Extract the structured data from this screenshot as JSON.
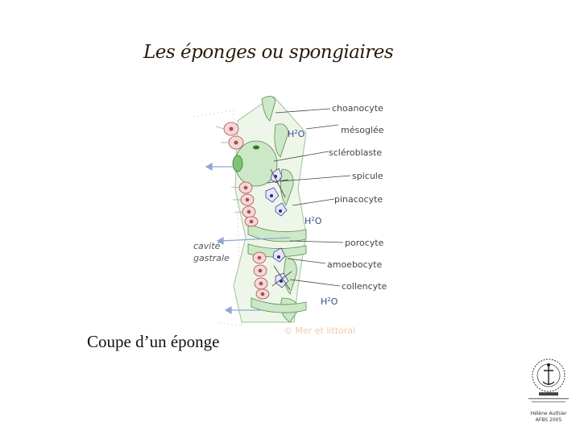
{
  "slide": {
    "title": "Les éponges ou spongiaires",
    "caption": "Coupe d’un éponge"
  },
  "diagram": {
    "labels": {
      "choanocyte": "choanocyte",
      "mesoglee": "mésoglée",
      "scleroblaste": "scléroblaste",
      "spicule": "spicule",
      "pinacocyte": "pinacocyte",
      "porocyte": "porocyte",
      "amoebocyte": "amoebocyte",
      "collencyte": "collencyte",
      "cavite": "cavité",
      "gastrale": "gastrale",
      "h2o_main": "H",
      "h2o_sub": "2",
      "h2o_o": "O",
      "watermark": "© Mer et littoral"
    }
  },
  "credit": {
    "line1": "Hélène Authier",
    "line2": "AFBS 2005"
  },
  "colors": {
    "cell_green": "#cde8c6",
    "outline_green": "#5a8a55",
    "nucleus_red": "#b04a4a",
    "nucleus_blue": "#2a2a8a",
    "arrow_blue": "#8fa6d6",
    "label_gray": "#444444"
  }
}
